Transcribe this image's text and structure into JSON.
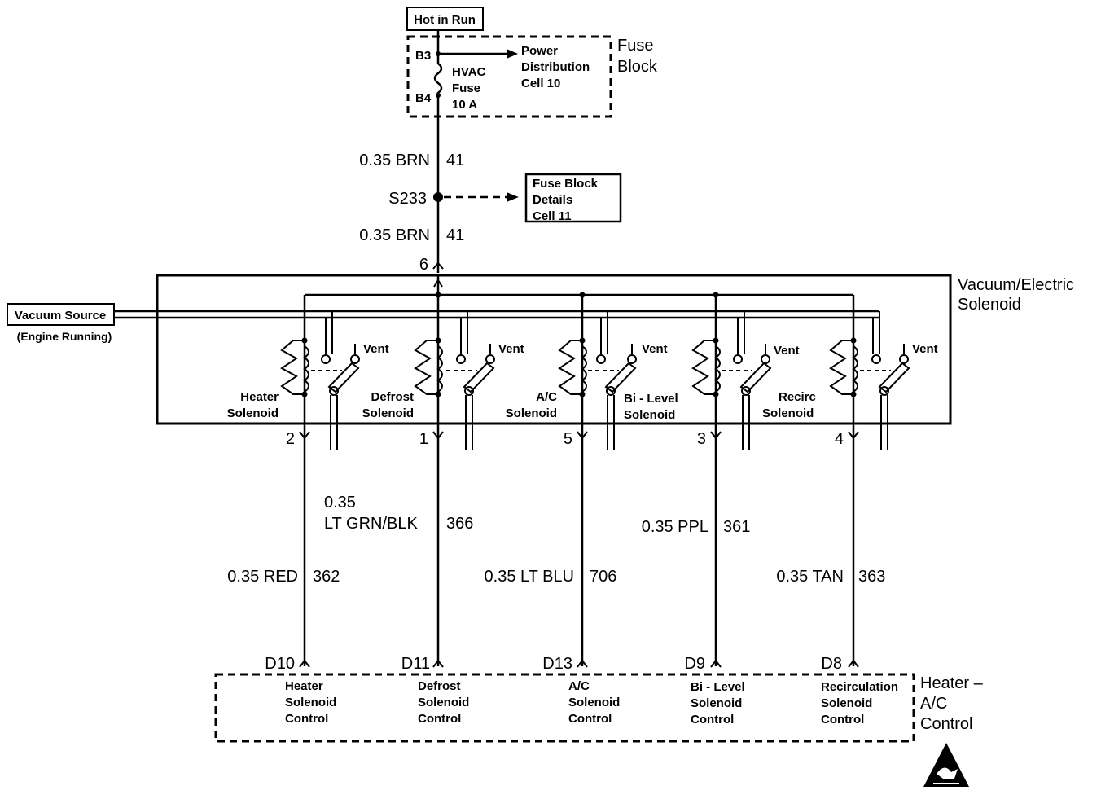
{
  "top": {
    "hot_in_run": "Hot in Run",
    "fuse_block_label_1": "Fuse",
    "fuse_block_label_2": "Block",
    "pin_b3": "B3",
    "pin_b4": "B4",
    "fuse_name_1": "HVAC",
    "fuse_name_2": "Fuse",
    "fuse_rating": "10 A",
    "power_dist_1": "Power",
    "power_dist_2": "Distribution",
    "power_dist_3": "Cell 10"
  },
  "feed": {
    "wire_upper_label": "0.35 BRN",
    "wire_upper_circuit": "41",
    "splice": "S233",
    "fuse_details_1": "Fuse Block",
    "fuse_details_2": "Details",
    "fuse_details_3": "Cell 11",
    "wire_lower_label": "0.35 BRN",
    "wire_lower_circuit": "41",
    "connector_pin": "6"
  },
  "solenoid_assembly": {
    "title_1": "Vacuum/Electric",
    "title_2": "Solenoid",
    "vacuum_source": "Vacuum Source",
    "engine_running": "(Engine Running)",
    "vent": "Vent"
  },
  "solenoids": [
    {
      "name_1": "Heater",
      "name_2": "Solenoid",
      "pin": "2",
      "ctrl_pin": "D10",
      "ctrl_1": "Heater",
      "ctrl_2": "Solenoid",
      "ctrl_3": "Control"
    },
    {
      "name_1": "Defrost",
      "name_2": "Solenoid",
      "pin": "1",
      "ctrl_pin": "D11",
      "ctrl_1": "Defrost",
      "ctrl_2": "Solenoid",
      "ctrl_3": "Control"
    },
    {
      "name_1": "A/C",
      "name_2": "Solenoid",
      "pin": "5",
      "ctrl_pin": "D13",
      "ctrl_1": "A/C",
      "ctrl_2": "Solenoid",
      "ctrl_3": "Control"
    },
    {
      "name_1": "Bi - Level",
      "name_2": "Solenoid",
      "pin": "3",
      "ctrl_pin": "D9",
      "ctrl_1": "Bi - Level",
      "ctrl_2": "Solenoid",
      "ctrl_3": "Control"
    },
    {
      "name_1": "Recirc",
      "name_2": "Solenoid",
      "pin": "4",
      "ctrl_pin": "D8",
      "ctrl_1": "Recirculation",
      "ctrl_2": "Solenoid",
      "ctrl_3": "Control"
    }
  ],
  "wires": [
    {
      "label": "0.35 RED",
      "circuit": "362"
    },
    {
      "label_1": "0.35",
      "label_2": "LT GRN/BLK",
      "circuit": "366"
    },
    {
      "label": "0.35 LT BLU",
      "circuit": "706"
    },
    {
      "label": "0.35 PPL",
      "circuit": "361"
    },
    {
      "label": "0.35 TAN",
      "circuit": "363"
    }
  ],
  "control_module": {
    "title_1": "Heater –",
    "title_2": "A/C",
    "title_3": "Control"
  },
  "icons": {
    "esd": "esd-warning-icon"
  }
}
